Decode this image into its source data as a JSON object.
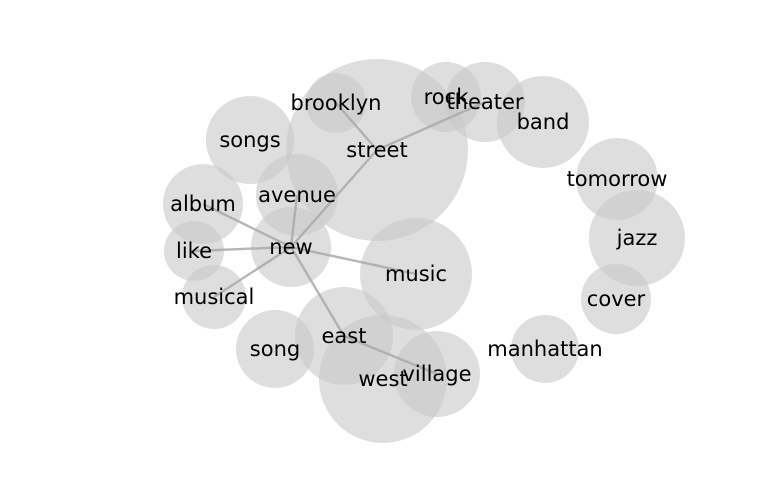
{
  "diagram": {
    "type": "word-cooccurrence-bubble-network",
    "nodes": [
      {
        "id": "street",
        "label": "street"
      },
      {
        "id": "music",
        "label": "music"
      },
      {
        "id": "west",
        "label": "west"
      },
      {
        "id": "east",
        "label": "east"
      },
      {
        "id": "songs",
        "label": "songs"
      },
      {
        "id": "band",
        "label": "band"
      },
      {
        "id": "jazz",
        "label": "jazz"
      },
      {
        "id": "tomorrow",
        "label": "tomorrow"
      },
      {
        "id": "avenue",
        "label": "avenue"
      },
      {
        "id": "village",
        "label": "village"
      },
      {
        "id": "new",
        "label": "new"
      },
      {
        "id": "theater",
        "label": "theater"
      },
      {
        "id": "album",
        "label": "album"
      },
      {
        "id": "song",
        "label": "song"
      },
      {
        "id": "rock",
        "label": "rock"
      },
      {
        "id": "cover",
        "label": "cover"
      },
      {
        "id": "manhattan",
        "label": "manhattan"
      },
      {
        "id": "musical",
        "label": "musical"
      },
      {
        "id": "brooklyn",
        "label": "brooklyn"
      },
      {
        "id": "like",
        "label": "like"
      }
    ],
    "edges": [
      {
        "source": "new",
        "target": "street"
      },
      {
        "source": "new",
        "target": "avenue"
      },
      {
        "source": "new",
        "target": "album"
      },
      {
        "source": "new",
        "target": "like"
      },
      {
        "source": "new",
        "target": "musical"
      },
      {
        "source": "new",
        "target": "music"
      },
      {
        "source": "new",
        "target": "east"
      },
      {
        "source": "street",
        "target": "brooklyn"
      },
      {
        "source": "street",
        "target": "theater"
      },
      {
        "source": "east",
        "target": "village"
      }
    ]
  }
}
